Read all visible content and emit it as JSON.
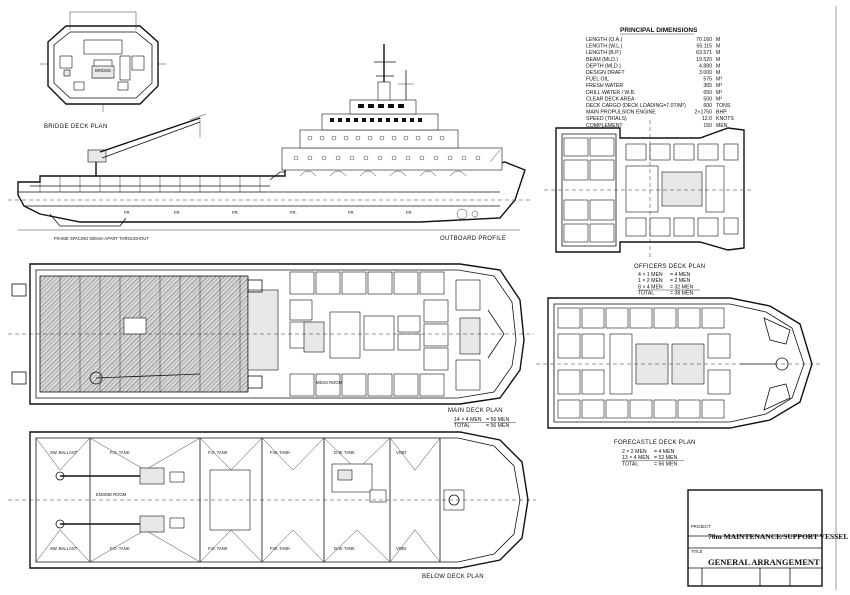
{
  "drawing": {
    "labels": {
      "bridge_deck": "BRIDGE DECK PLAN",
      "outboard": "OUTBOARD PROFILE",
      "frame_spacing": "FRAME SPACING 600mm APART THROUGHOUT",
      "officers_deck": "OFFICERS DECK PLAN",
      "main_deck": "MAIN DECK PLAN",
      "forecastle_deck": "FORECASTLE DECK PLAN",
      "below_deck": "BELOW DECK PLAN"
    }
  },
  "principal_dimensions": {
    "title": "PRINCIPAL DIMENSIONS",
    "rows": [
      {
        "label": "LENGTH (O.A.)",
        "value": "70.160",
        "unit": "M"
      },
      {
        "label": "LENGTH (W.L.)",
        "value": "65.115",
        "unit": "M"
      },
      {
        "label": "LENGTH (B.P.)",
        "value": "63.571",
        "unit": "M"
      },
      {
        "label": "BEAM (MLD.)",
        "value": "19.520",
        "unit": "M"
      },
      {
        "label": "DEPTH (MLD.)",
        "value": "4.880",
        "unit": "M"
      },
      {
        "label": "DESIGN DRAFT",
        "value": "3.000",
        "unit": "M"
      },
      {
        "label": "FUEL OIL",
        "value": "575",
        "unit": "M³"
      },
      {
        "label": "FRESH WATER",
        "value": "365",
        "unit": "M³"
      },
      {
        "label": "DRILL WATER / W.B.",
        "value": "650",
        "unit": "M³"
      },
      {
        "label": "CLEAR DECK AREA",
        "value": "500",
        "unit": "M²"
      },
      {
        "label": "DECK CARGO (DECK LOADING=7.0T/M²)",
        "value": "600",
        "unit": "TONS"
      },
      {
        "label": "MAIN PROPULSION ENGINE",
        "value": "2×1750",
        "unit": "BHP"
      },
      {
        "label": "SPEED (TRIALS)",
        "value": "12.0",
        "unit": "KNOTS"
      },
      {
        "label": "COMPLEMENT",
        "value": "150",
        "unit": "MEN"
      }
    ]
  },
  "officers_counts": [
    {
      "left": "4 × 1 MEN",
      "right": "= 4 MEN"
    },
    {
      "left": "1 × 2 MEN",
      "right": "= 2 MEN"
    },
    {
      "left": "8 × 4 MEN",
      "right": "= 32 MEN"
    },
    {
      "left": "TOTAL",
      "right": "= 38 MEN"
    }
  ],
  "main_counts": [
    {
      "left": "14 × 4 MEN",
      "right": "= 56 MEN"
    },
    {
      "left": "TOTAL",
      "right": "= 56 MEN"
    }
  ],
  "forecastle_counts": [
    {
      "left": "2 × 2 MEN",
      "right": "= 4 MEN"
    },
    {
      "left": "13 × 4 MEN",
      "right": "= 52 MEN"
    },
    {
      "left": "TOTAL",
      "right": "= 56 MEN"
    }
  ],
  "title_block": {
    "project_label": "PROJECT",
    "project": "70m MAINTENANCE/SUPPORT VESSEL",
    "title_label": "TITLE",
    "title": "GENERAL ARRANGEMENT"
  }
}
